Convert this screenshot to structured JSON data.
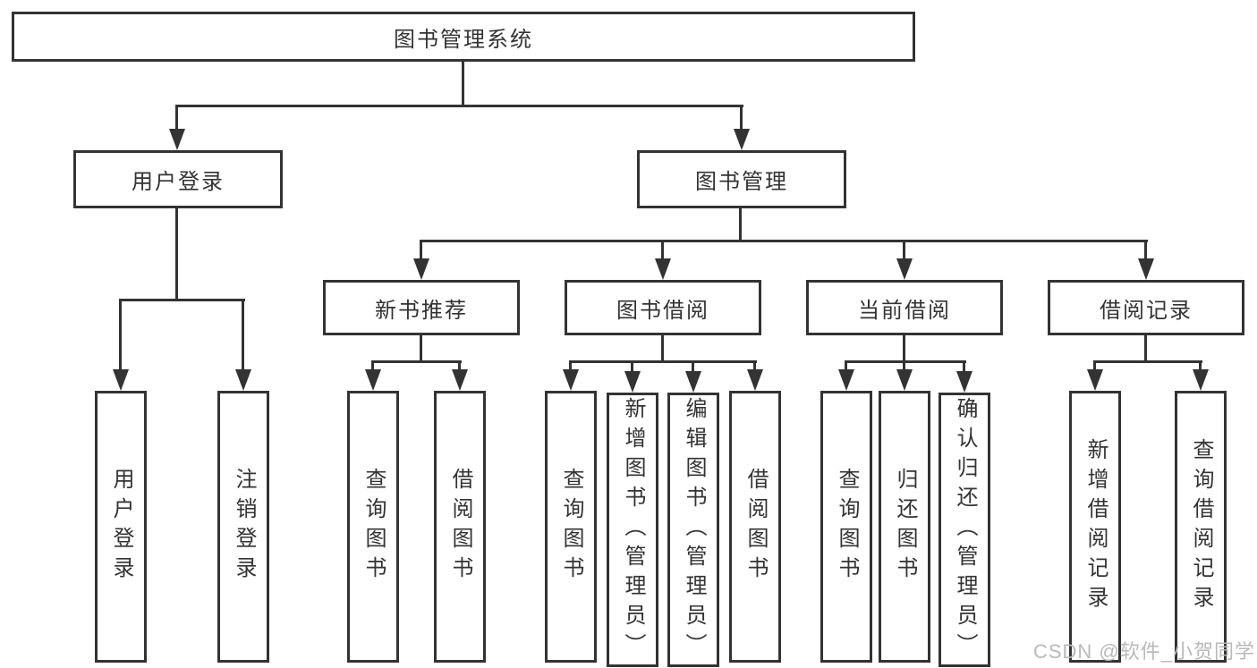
{
  "diagram": {
    "root": {
      "label": "图书管理系统"
    },
    "level2": [
      {
        "label": "用户登录"
      },
      {
        "label": "图书管理"
      }
    ],
    "level3": [
      {
        "label": "新书推荐"
      },
      {
        "label": "图书借阅"
      },
      {
        "label": "当前借阅"
      },
      {
        "label": "借阅记录"
      }
    ],
    "level4": {
      "user_login": [
        {
          "label": "用户登录"
        },
        {
          "label": "注销登录"
        }
      ],
      "new_book": [
        {
          "label": "查询图书"
        },
        {
          "label": "借阅图书"
        }
      ],
      "book_borrow": [
        {
          "label": "查询图书"
        },
        {
          "label": "新增图书（管理员）"
        },
        {
          "label": "编辑图书（管理员）"
        },
        {
          "label": "借阅图书"
        }
      ],
      "current_borrow": [
        {
          "label": "查询图书"
        },
        {
          "label": "归还图书"
        },
        {
          "label": "确认归还（管理员）"
        }
      ],
      "borrow_records": [
        {
          "label": "新增借阅记录"
        },
        {
          "label": "查询借阅记录"
        }
      ]
    }
  },
  "watermark": {
    "text": "CSDN @软件_小贺同学"
  },
  "colors": {
    "line": "#333333",
    "border": "#333333",
    "text": "#333333",
    "background": "#ffffff",
    "watermark": "#b9b9b9"
  }
}
